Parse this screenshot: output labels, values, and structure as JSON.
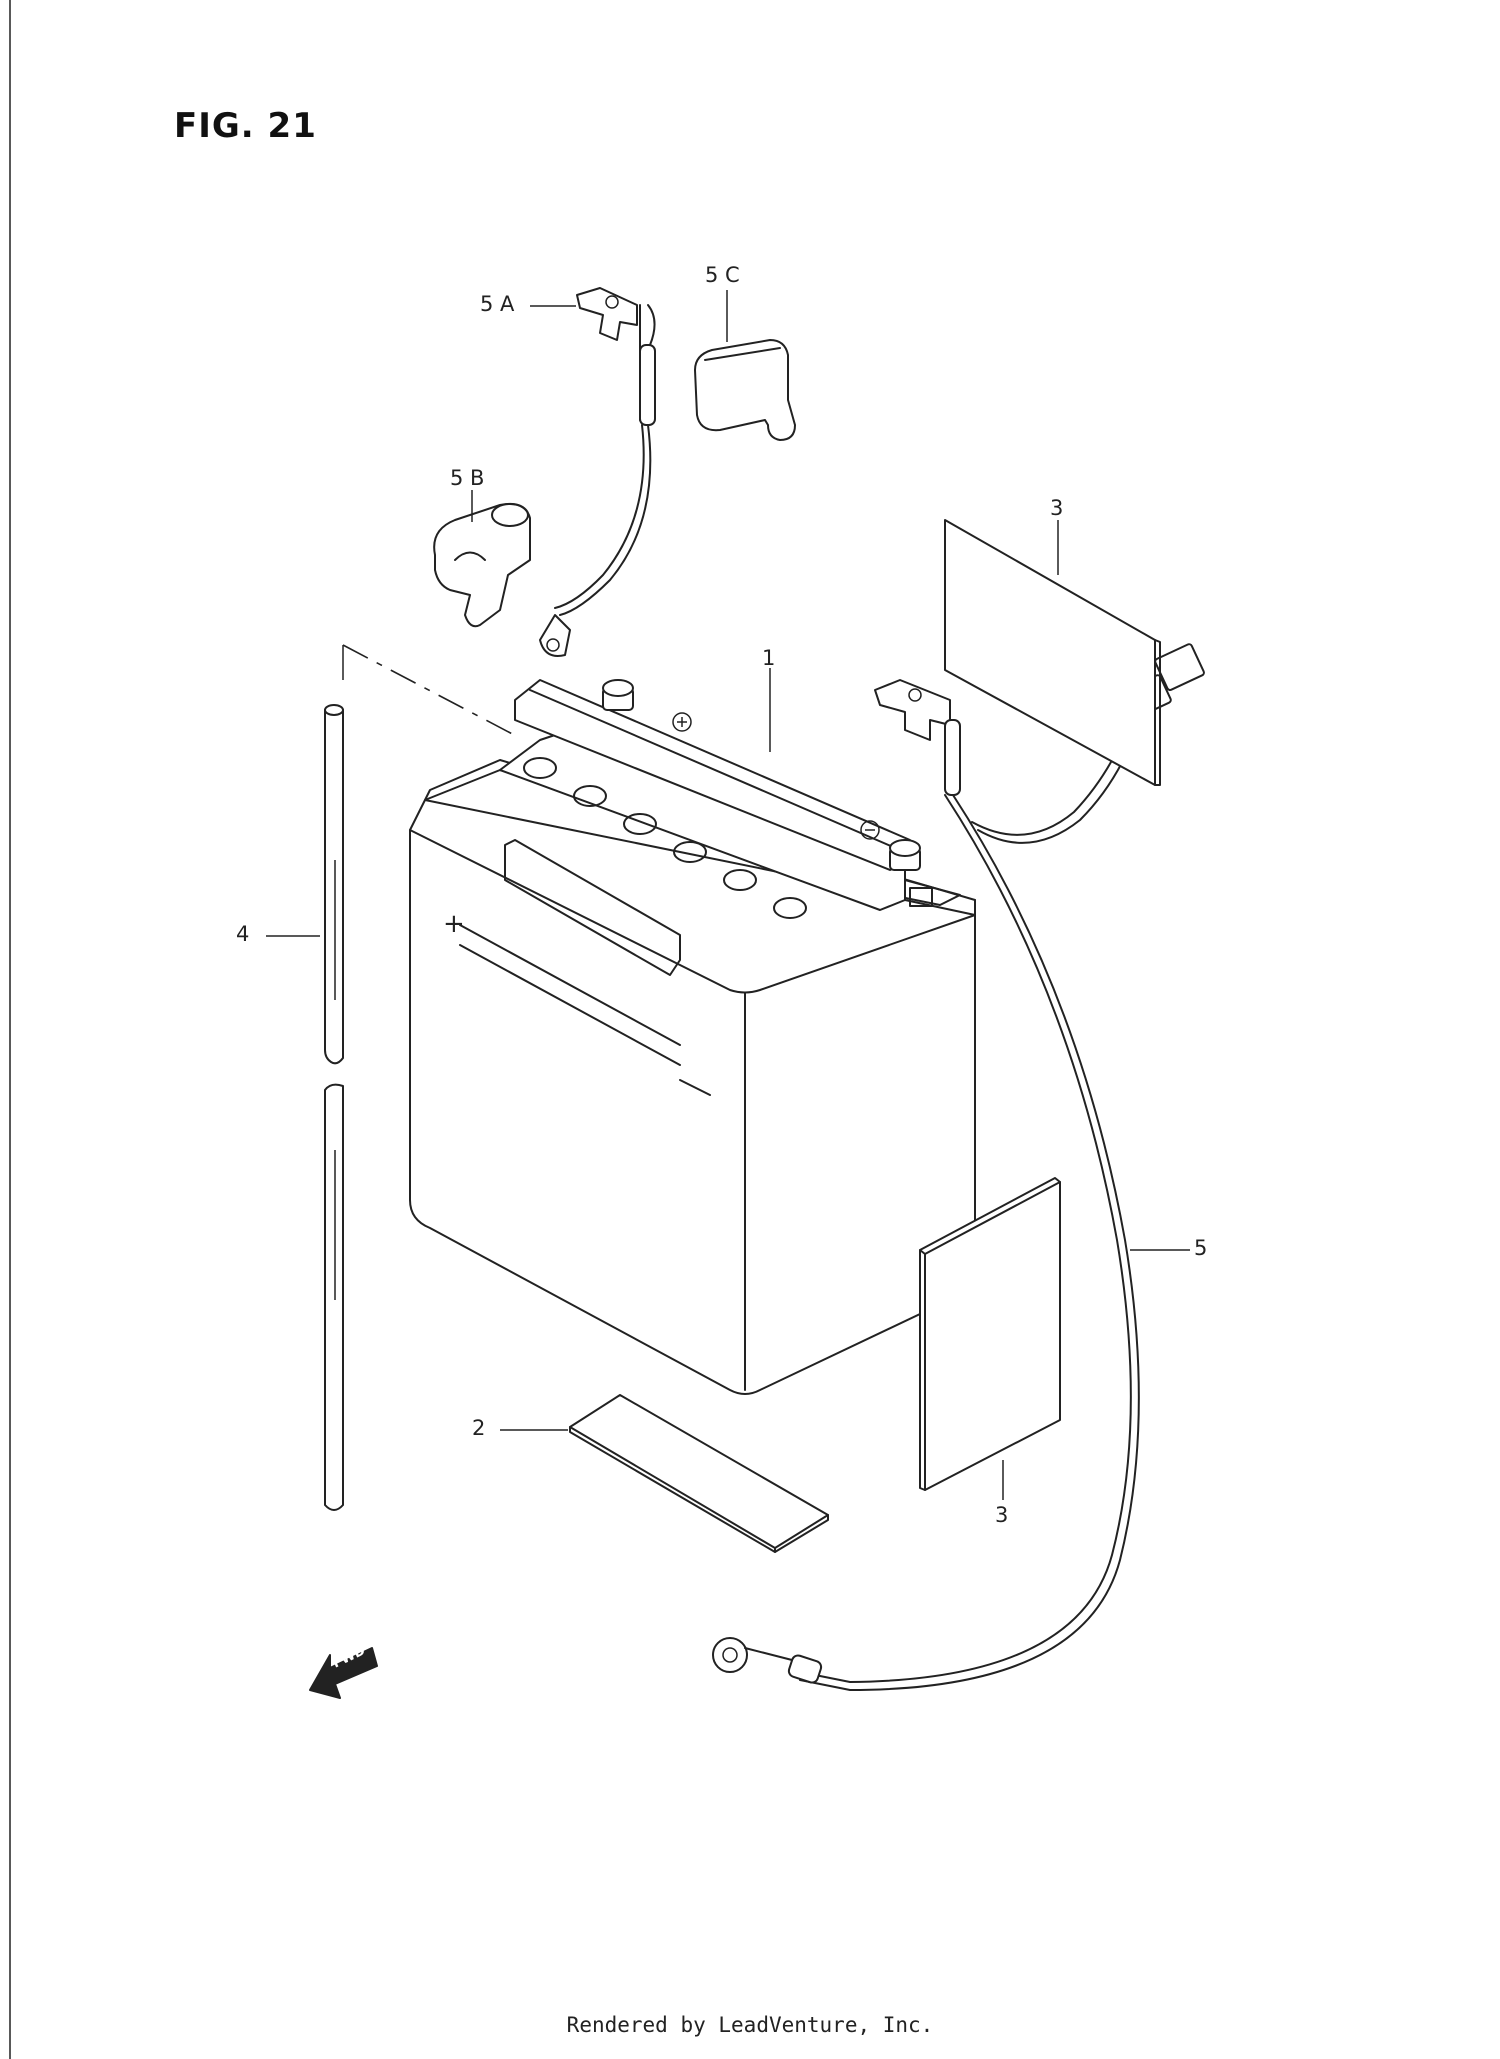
{
  "figure_title": "FIG. 21",
  "callouts": {
    "battery": "1",
    "battery_pad": "2",
    "spacer_top": "3",
    "spacer_side": "3",
    "breather_hose": "4",
    "battery_lead": "5",
    "lead_terminal_a": "5 A",
    "terminal_cover_b": "5 B",
    "terminal_cover_c": "5 C"
  },
  "battery_marking": "+",
  "fwd_arrow_label": "FWD",
  "watermark": "LEADVENTURE",
  "footer": "Rendered by LeadVenture, Inc."
}
